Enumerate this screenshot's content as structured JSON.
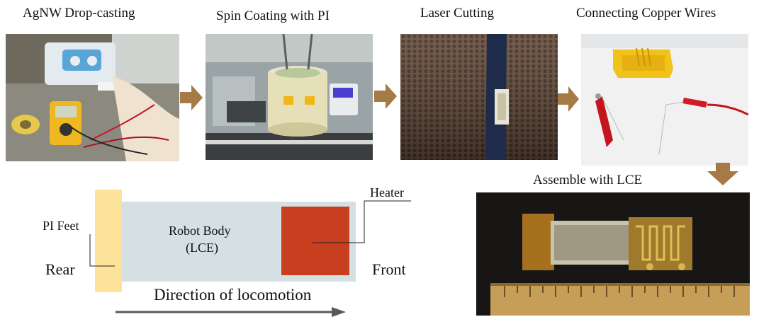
{
  "steps": [
    {
      "label": "AgNW Drop-casting"
    },
    {
      "label": "Spin Coating with PI"
    },
    {
      "label": "Laser Cutting"
    },
    {
      "label": "Connecting Copper Wires"
    },
    {
      "label": "Assemble with LCE"
    }
  ],
  "schematic": {
    "pi_feet": "PI Feet",
    "body_line1": "Robot Body",
    "body_line2": "(LCE)",
    "heater": "Heater",
    "rear": "Rear",
    "front": "Front",
    "direction": "Direction of locomotion"
  },
  "colors": {
    "arrow": "#a57a45",
    "pi_feet": "#fde39a",
    "body": "#d4e0e3",
    "heater": "#c83f1f",
    "direction_arrow": "#595959"
  }
}
